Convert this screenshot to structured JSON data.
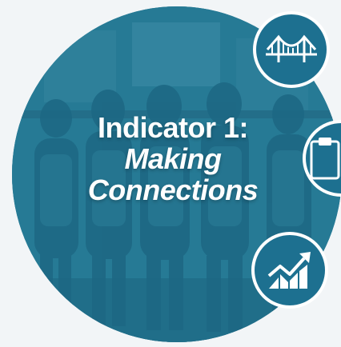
{
  "headline": {
    "line1": "Indicator 1:",
    "line2": "Making",
    "line3": "Connections"
  },
  "icons": {
    "top": "bridge-icon",
    "middle": "clipboard-icon",
    "bottom": "growth-chart-icon"
  },
  "colors": {
    "circle_teal": "#1d7090",
    "overlay": "#146e8c",
    "background": "#f2f5f7",
    "text": "#ffffff"
  }
}
